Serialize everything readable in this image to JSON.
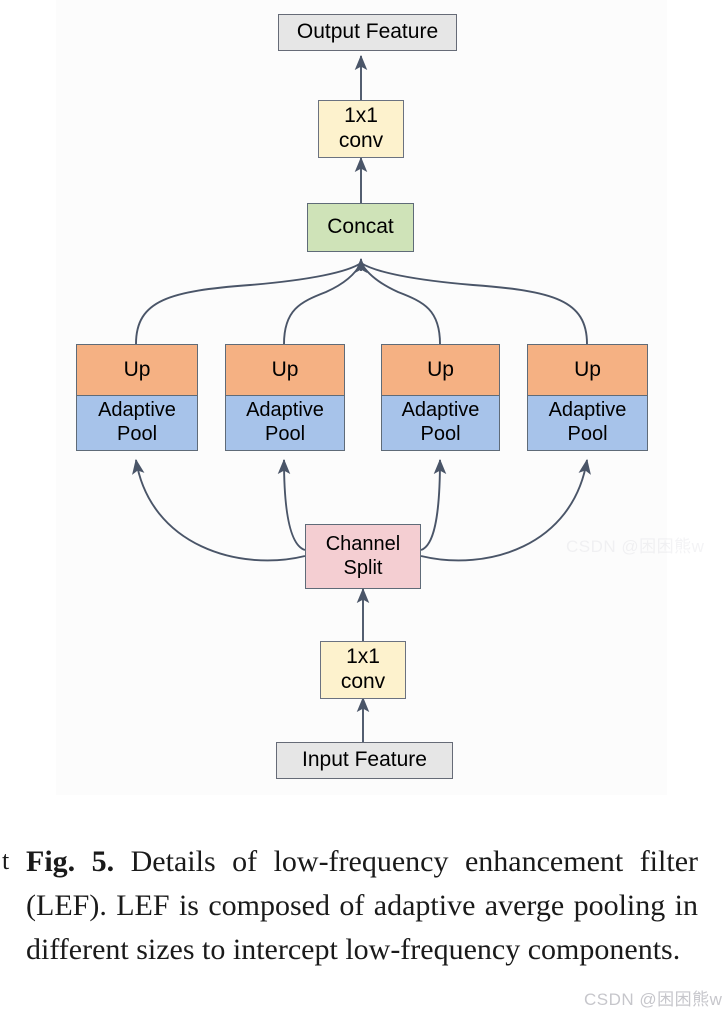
{
  "figure": {
    "panel_background": "#fcfcfc",
    "nodes": [
      {
        "id": "output-feature",
        "label": "Output Feature",
        "color": "#e6e6e6"
      },
      {
        "id": "conv-top",
        "label": "1x1\nconv",
        "color": "#fdf2cd"
      },
      {
        "id": "concat",
        "label": "Concat",
        "color": "#cfe3b8"
      },
      {
        "id": "up-1",
        "label": "Up",
        "color": "#f5b183"
      },
      {
        "id": "pool-1",
        "label": "Adaptive\nPool",
        "color": "#a7c3ea"
      },
      {
        "id": "up-2",
        "label": "Up",
        "color": "#f5b183"
      },
      {
        "id": "pool-2",
        "label": "Adaptive\nPool",
        "color": "#a7c3ea"
      },
      {
        "id": "up-3",
        "label": "Up",
        "color": "#f5b183"
      },
      {
        "id": "pool-3",
        "label": "Adaptive\nPool",
        "color": "#a7c3ea"
      },
      {
        "id": "up-4",
        "label": "Up",
        "color": "#f5b183"
      },
      {
        "id": "pool-4",
        "label": "Adaptive\nPool",
        "color": "#a7c3ea"
      },
      {
        "id": "channel-split",
        "label": "Channel\nSplit",
        "color": "#f4ced2"
      },
      {
        "id": "conv-bottom",
        "label": "1x1\nconv",
        "color": "#fdf2cd"
      },
      {
        "id": "input-feature",
        "label": "Input Feature",
        "color": "#e6e6e6"
      }
    ],
    "edge_color": "#4a5568"
  },
  "caption": {
    "left_fragment": "t",
    "fig_label": "Fig. 5.",
    "text": " Details of low-frequency enhancement filter (LEF). LEF is composed of adaptive averge pooling in different sizes to intercept low-frequency components."
  },
  "watermarks": {
    "top": "CSDN @困困熊w",
    "bottom": "CSDN @困困熊w"
  }
}
